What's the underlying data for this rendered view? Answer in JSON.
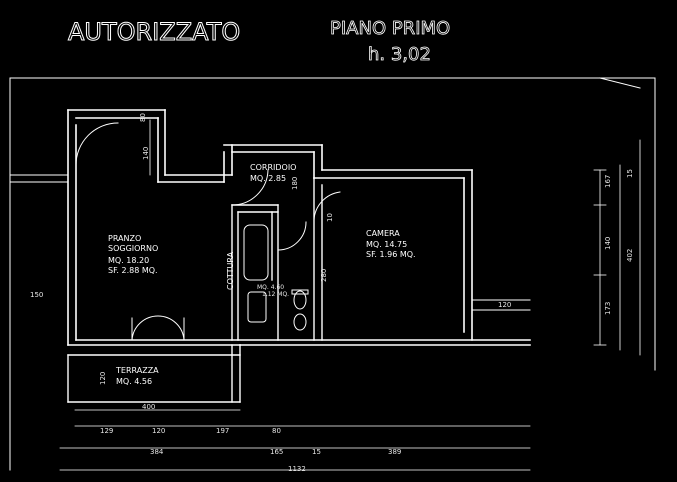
{
  "header": {
    "status": "AUTORIZZATO",
    "floor": "PIANO PRIMO",
    "height": "h. 3,02"
  },
  "rooms": {
    "living": {
      "name": "PRANZO\nSOGGIORNO",
      "area": "MQ. 18.20",
      "window_area": "SF. 2.88 MQ."
    },
    "corridor": {
      "name": "CORRIDOIO",
      "area": "MQ. 2.85"
    },
    "bedroom": {
      "name": "CAMERA",
      "area": "MQ. 14.75",
      "window_area": "SF. 1.96 MQ."
    },
    "kitchen": {
      "name": "COTTURA"
    },
    "bath": {
      "area": "MQ. 4.60",
      "window_area": "1.12 MQ."
    },
    "terrace": {
      "name": "TERRAZZA",
      "area": "MQ. 4.56"
    }
  },
  "dims": {
    "living_top": "140",
    "living_door": "80",
    "corridor_right": "180",
    "bed_door": "10",
    "bath_width": "280",
    "left_window": "150",
    "right_window": "120",
    "right_167": "167",
    "right_15": "15",
    "right_140": "140",
    "right_402": "402",
    "right_173": "173",
    "terrace_side": "120",
    "terrace_len": "400",
    "b1": "129",
    "b2": "120",
    "b3": "197",
    "b4": "80",
    "c1": "384",
    "c2": "165",
    "c3": "15",
    "c4": "389",
    "total": "1132"
  }
}
